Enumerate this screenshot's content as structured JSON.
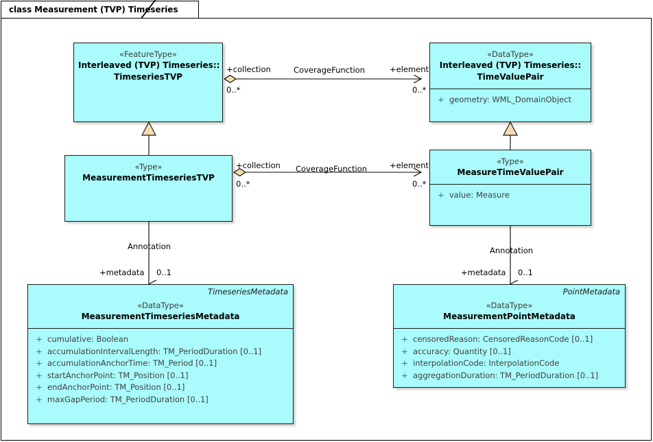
{
  "diagram": {
    "tab_label": "class Measurement (TVP) Timeseries",
    "fill_color": "#aafbfb",
    "line_color": "#1a1a1a",
    "adornment_color": "#f5dcb0"
  },
  "classes": [
    {
      "id": "timeseriesTVP",
      "package": "",
      "stereotype": "«FeatureType»",
      "name_line1": "Interleaved (TVP) Timeseries::",
      "name_line2": "TimeseriesTVP",
      "attributes": []
    },
    {
      "id": "timeValuePair",
      "package": "",
      "stereotype": "«DataType»",
      "name_line1": "Interleaved (TVP) Timeseries::",
      "name_line2": "TimeValuePair",
      "attributes": [
        {
          "visibility": "+",
          "text": "geometry: WML_DomainObject"
        }
      ]
    },
    {
      "id": "measurementTimeseriesTVP",
      "package": "",
      "stereotype": "«Type»",
      "name_line1": "MeasurementTimeseriesTVP",
      "name_line2": "",
      "attributes": []
    },
    {
      "id": "measureTimeValuePair",
      "package": "",
      "stereotype": "«Type»",
      "name_line1": "MeasureTimeValuePair",
      "name_line2": "",
      "attributes": [
        {
          "visibility": "+",
          "text": "value: Measure"
        }
      ]
    },
    {
      "id": "measurementTimeseriesMetadata",
      "package": "TimeseriesMetadata",
      "stereotype": "«DataType»",
      "name_line1": "MeasurementTimeseriesMetadata",
      "name_line2": "",
      "attributes": [
        {
          "visibility": "+",
          "text": "cumulative: Boolean"
        },
        {
          "visibility": "+",
          "text": "accumulationIntervalLength: TM_PeriodDuration [0..1]"
        },
        {
          "visibility": "+",
          "text": "accumulationAnchorTime: TM_Period [0..1]"
        },
        {
          "visibility": "+",
          "text": "startAnchorPoint: TM_Position [0..1]"
        },
        {
          "visibility": "+",
          "text": "endAnchorPoint: TM_Position [0..1]"
        },
        {
          "visibility": "+",
          "text": "maxGapPeriod: TM_PeriodDuration [0..1]"
        }
      ]
    },
    {
      "id": "measurementPointMetadata",
      "package": "PointMetadata",
      "stereotype": "«DataType»",
      "name_line1": "MeasurementPointMetadata",
      "name_line2": "",
      "attributes": [
        {
          "visibility": "+",
          "text": "censoredReason: CensoredReasonCode [0..1]"
        },
        {
          "visibility": "+",
          "text": "accuracy: Quantity [0..1]"
        },
        {
          "visibility": "+",
          "text": "interpolationCode: InterpolationCode"
        },
        {
          "visibility": "+",
          "text": "aggregationDuration: TM_PeriodDuration [0..1]"
        }
      ]
    }
  ],
  "connectors": {
    "assoc_top": {
      "name": "CoverageFunction",
      "source_role": "+collection",
      "source_mult": "0..*",
      "target_role": "+element",
      "target_mult": "0..*"
    },
    "assoc_mid": {
      "name": "CoverageFunction",
      "source_role": "+collection",
      "source_mult": "0..*",
      "target_role": "+element",
      "target_mult": "0..*"
    },
    "annotation_left": {
      "name": "Annotation",
      "role": "+metadata",
      "mult": "0..1"
    },
    "annotation_right": {
      "name": "Annotation",
      "role": "+metadata",
      "mult": "0..1"
    }
  }
}
